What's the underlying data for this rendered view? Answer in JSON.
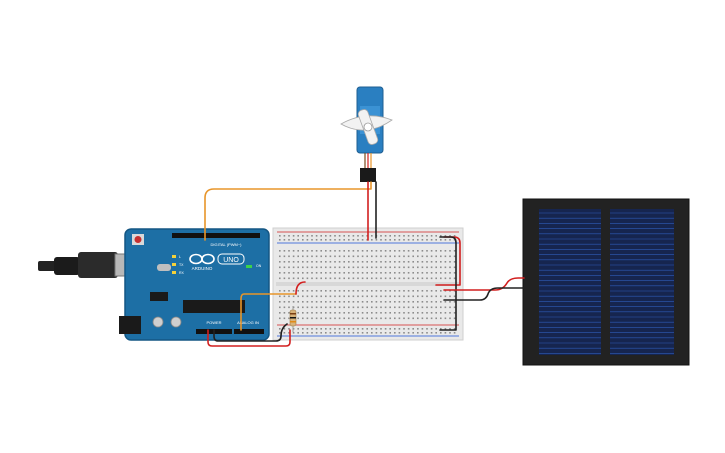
{
  "arduino": {
    "logo_text": "ARDUINO",
    "model_text": "UNO",
    "digital_label": "DIGITAL (PWM~)",
    "power_label": "POWER",
    "analog_label": "ANALOG IN",
    "on_label": "ON",
    "tx_label": "TX",
    "rx_label": "RX",
    "l_label": "L"
  },
  "colors": {
    "board": "#1d6fa5",
    "wire_orange": "#e8952a",
    "wire_red": "#d21f1f",
    "wire_black": "#222222",
    "servo": "#2a7fc1",
    "solar_frame": "#222222",
    "solar_cell": "#16254f",
    "breadboard": "#e9e9e9"
  }
}
